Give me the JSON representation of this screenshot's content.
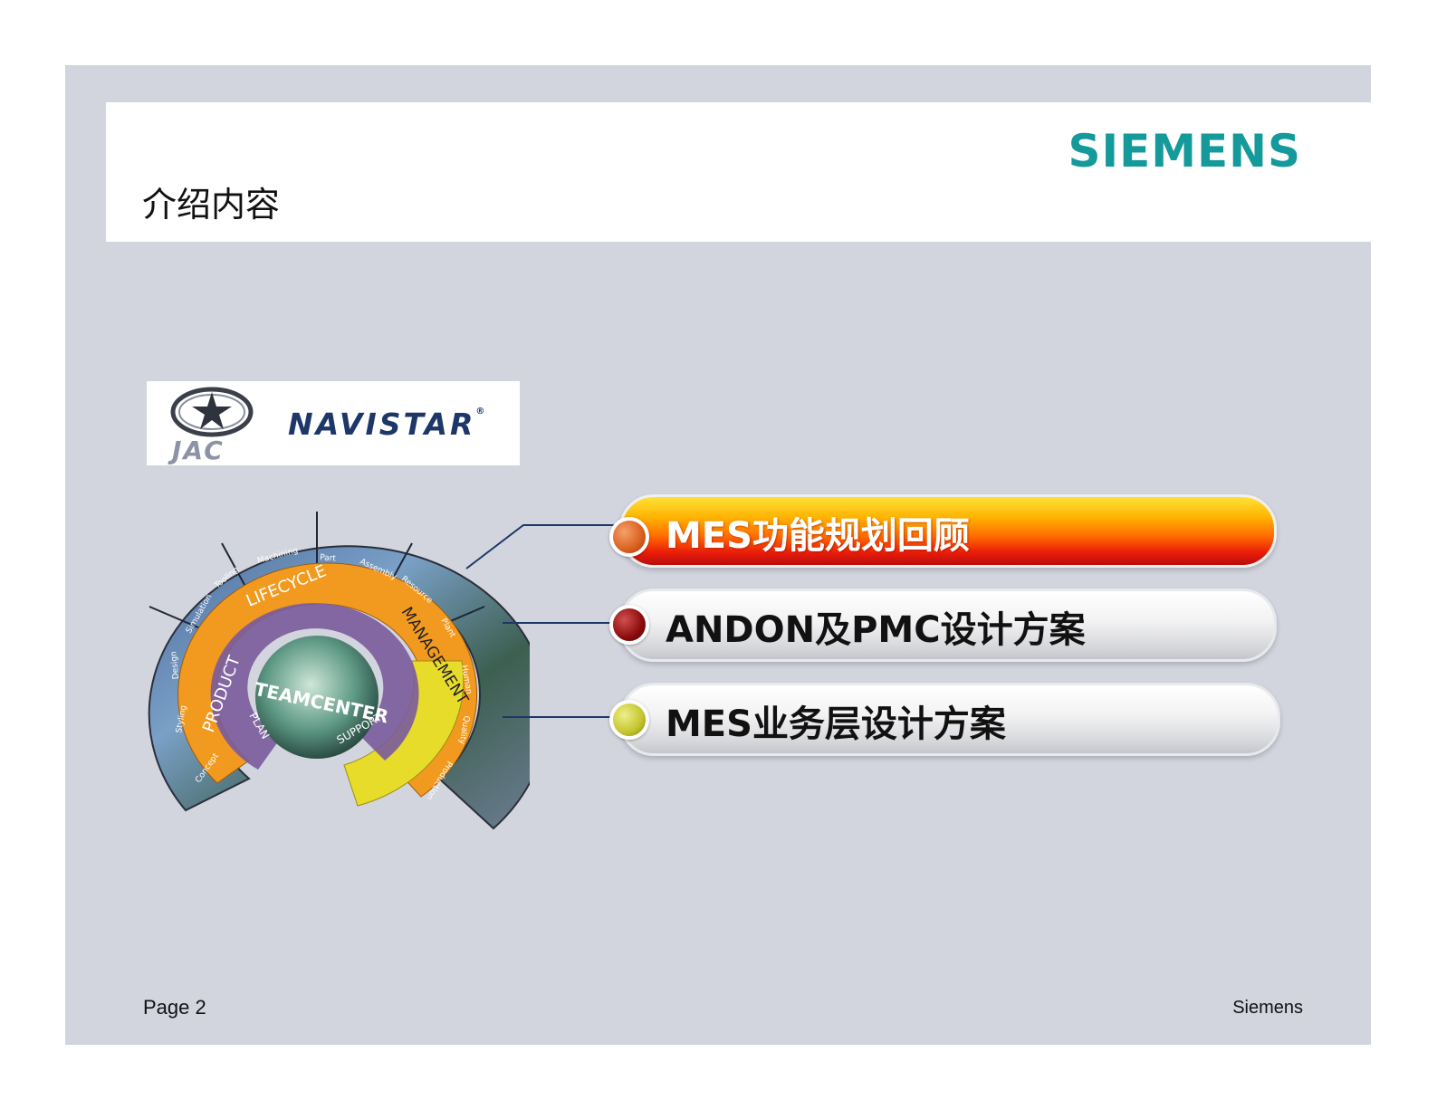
{
  "slide": {
    "title": "介绍内容",
    "brand": "SIEMENS"
  },
  "logos": {
    "left": "JAC",
    "right": "NAVISTAR",
    "right_mark": "®"
  },
  "graphic": {
    "center": "TEAMCENTER",
    "ring_labels": [
      "PRODUCT",
      "LIFECYCLE",
      "MANAGEMENT",
      "PLAN",
      "SUPPORT"
    ],
    "segment_labels": [
      "Concept",
      "Styling",
      "Design",
      "Simulation",
      "Tooling",
      "Machining",
      "Part",
      "Assembly",
      "Resource",
      "Plant",
      "Human",
      "Quality",
      "Production"
    ]
  },
  "menu": {
    "items": [
      {
        "label": "MES功能规划回顾",
        "state": "active",
        "dot_color": "#d9601e"
      },
      {
        "label": "ANDON及PMC设计方案",
        "state": "normal",
        "dot_color": "#8c0b0b"
      },
      {
        "label": "MES业务层设计方案",
        "state": "normal",
        "dot_color": "#c4c42e"
      }
    ]
  },
  "footer": {
    "page": "Page 2",
    "company": "Siemens"
  },
  "colors": {
    "brand": "#149a9b",
    "slide_bg": "#d2d5de",
    "connector": "#1d3768"
  }
}
